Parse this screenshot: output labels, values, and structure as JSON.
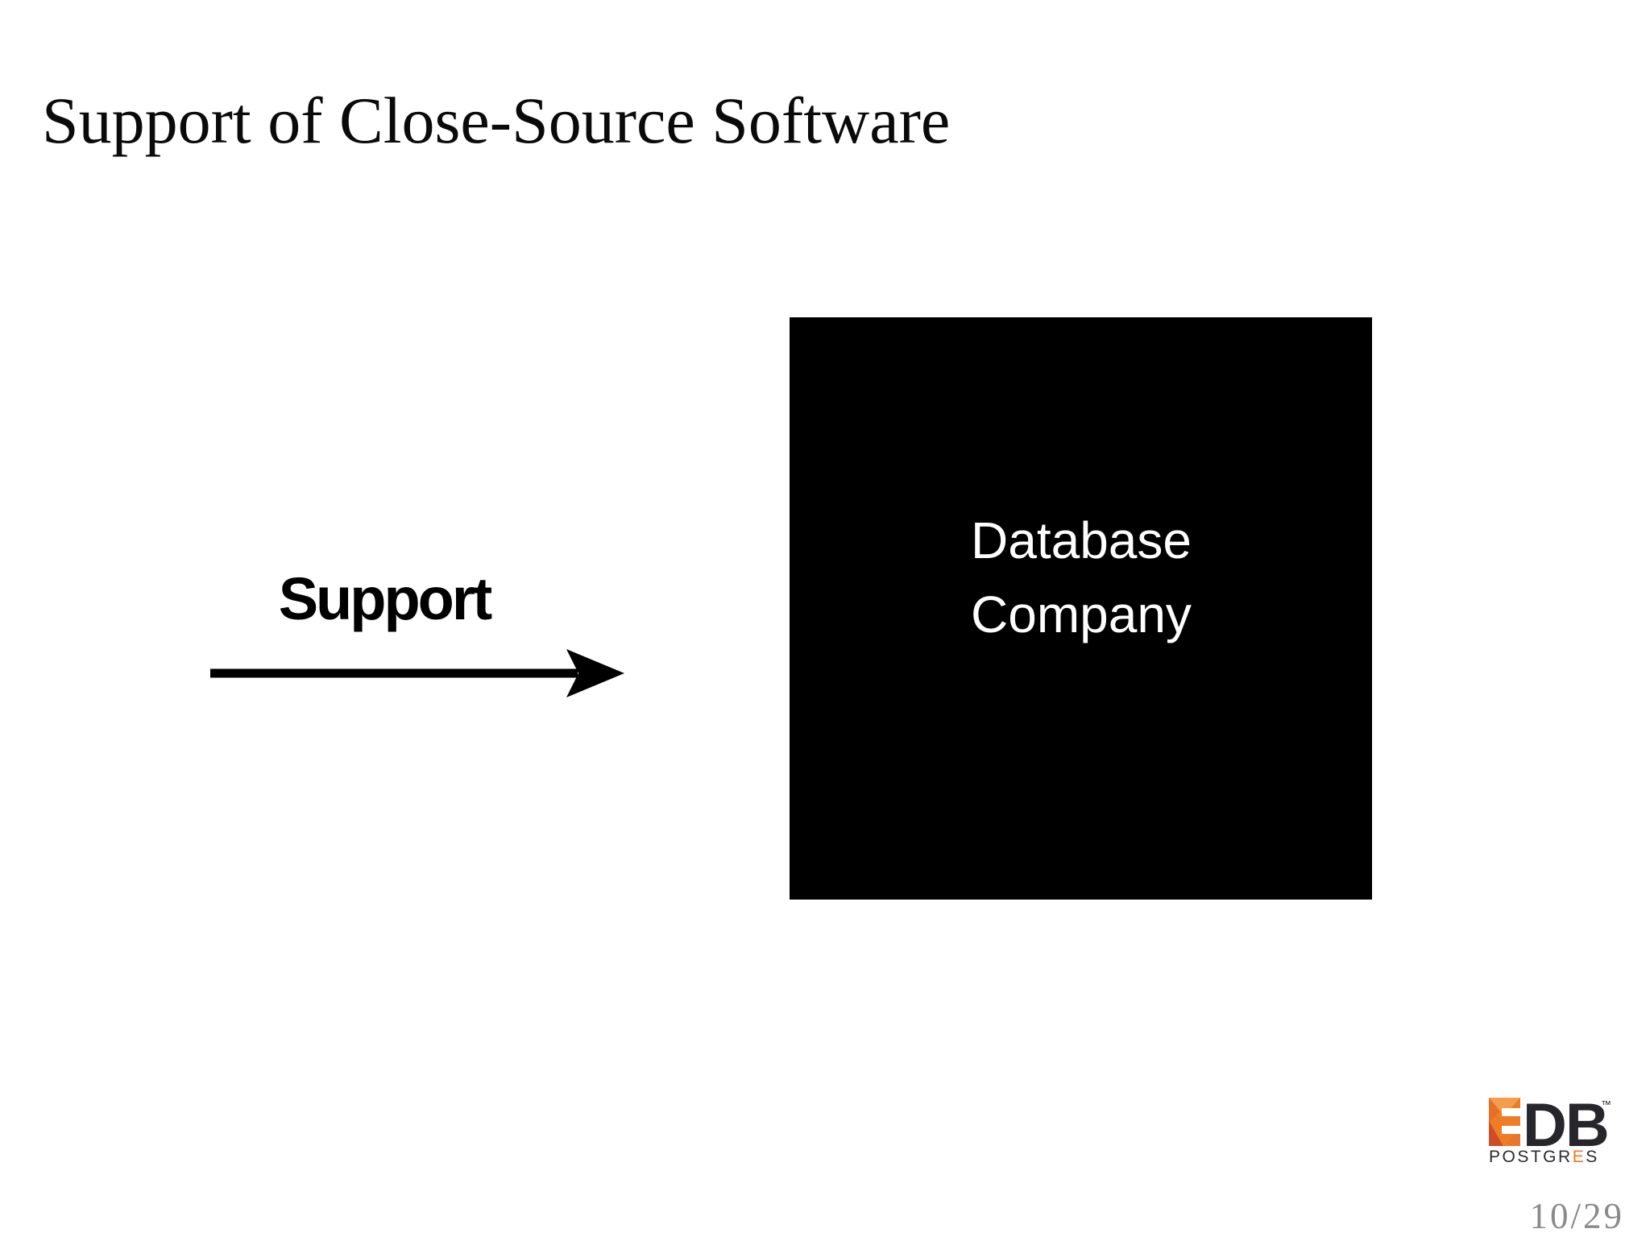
{
  "slide": {
    "title": "Support of Close-Source Software",
    "arrow_label": "Support",
    "box": {
      "label_line1": "Database",
      "label_line2": "Company"
    },
    "page_number": "10/29"
  },
  "logo": {
    "edb_db": "DB",
    "trademark": "™",
    "postgres_part1": "POSTGR",
    "postgres_e": "E",
    "postgres_part2": "S"
  },
  "colors": {
    "box_bg": "#000000",
    "box_text": "#ffffff",
    "accent_orange": "#EE7623",
    "logo_dark": "#26262B",
    "page_number_gray": "#8a8a8a",
    "arrow_black": "#000000"
  }
}
